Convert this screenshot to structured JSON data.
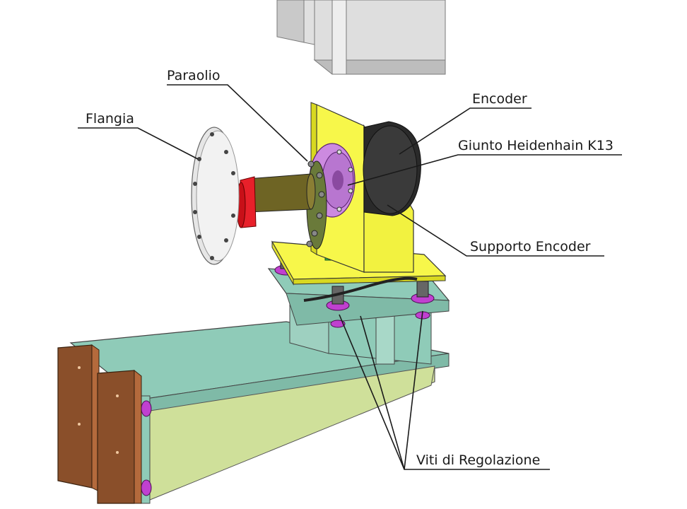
{
  "labels": {
    "paraolio": "Paraolio",
    "flangia": "Flangia",
    "encoder": "Encoder",
    "giunto": "Giunto Heidenhain K13",
    "supporto": "Supporto Encoder",
    "viti": "Viti di Regolazione"
  },
  "colors": {
    "beam_face": "#8fcbb8",
    "beam_side": "#d4e39c",
    "wood": "#8a4f2a",
    "wood_light": "#b46a3c",
    "support_plate": "#f7f74a",
    "encoder_body": "#2a2a2a",
    "coupling": "#cc8ae0",
    "flange": "#e6e6e6",
    "shaft": "#6e6424",
    "red_part": "#e8202a",
    "column": "#dcdcdc",
    "bolt": "#5a5a5a",
    "washer": "#c040d0"
  }
}
